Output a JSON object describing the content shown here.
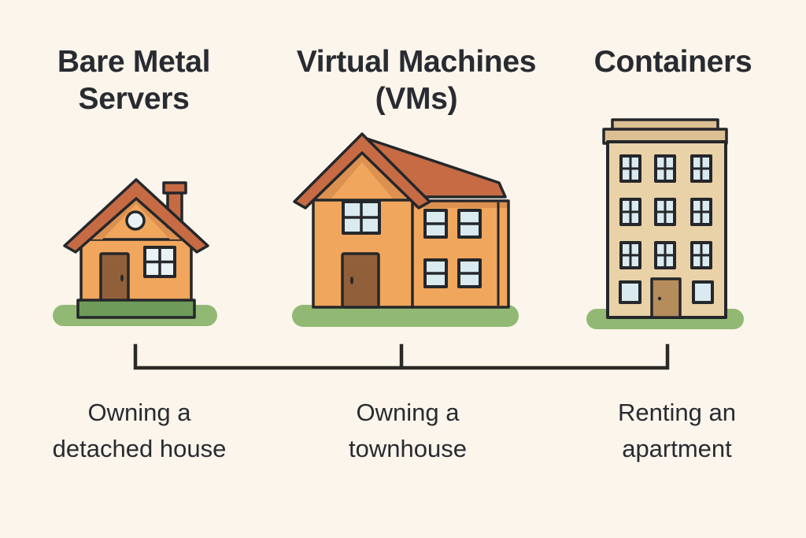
{
  "palette": {
    "bg": "#FBF5EB",
    "ink": "#282B31",
    "line": "#2B2A27",
    "frame": "#25272A",
    "wall": "#F0A65D",
    "wall-shade": "#DD9150",
    "roof": "#C66B44",
    "door": "#91603A",
    "apt-door": "#B58D5C",
    "pane": "#D9EAF0",
    "pane-light": "#E9F3F5",
    "foundation": "#6E9B5A",
    "ground": "#92B974",
    "apt-wall": "#EAD2A8",
    "apt-trim": "#DCBF92"
  },
  "columns": [
    {
      "title": "Bare Metal Servers",
      "title_lines": [
        "Bare Metal",
        "Servers"
      ],
      "analogy": "Owning a detached house",
      "analogy_lines": [
        "Owning a",
        "detached house"
      ],
      "illustration": "small detached house with chimney"
    },
    {
      "title": "Virtual Machines (VMs)",
      "title_lines": [
        "Virtual Machines",
        "(VMs)"
      ],
      "analogy": "Owning a townhouse",
      "analogy_lines": [
        "Owning a",
        "townhouse"
      ],
      "illustration": "two-story townhouse"
    },
    {
      "title": "Containers",
      "title_lines": [
        "Containers",
        ""
      ],
      "analogy": "Renting an apartment",
      "analogy_lines": [
        "Renting an",
        "apartment"
      ],
      "illustration": "four-story apartment building"
    }
  ]
}
